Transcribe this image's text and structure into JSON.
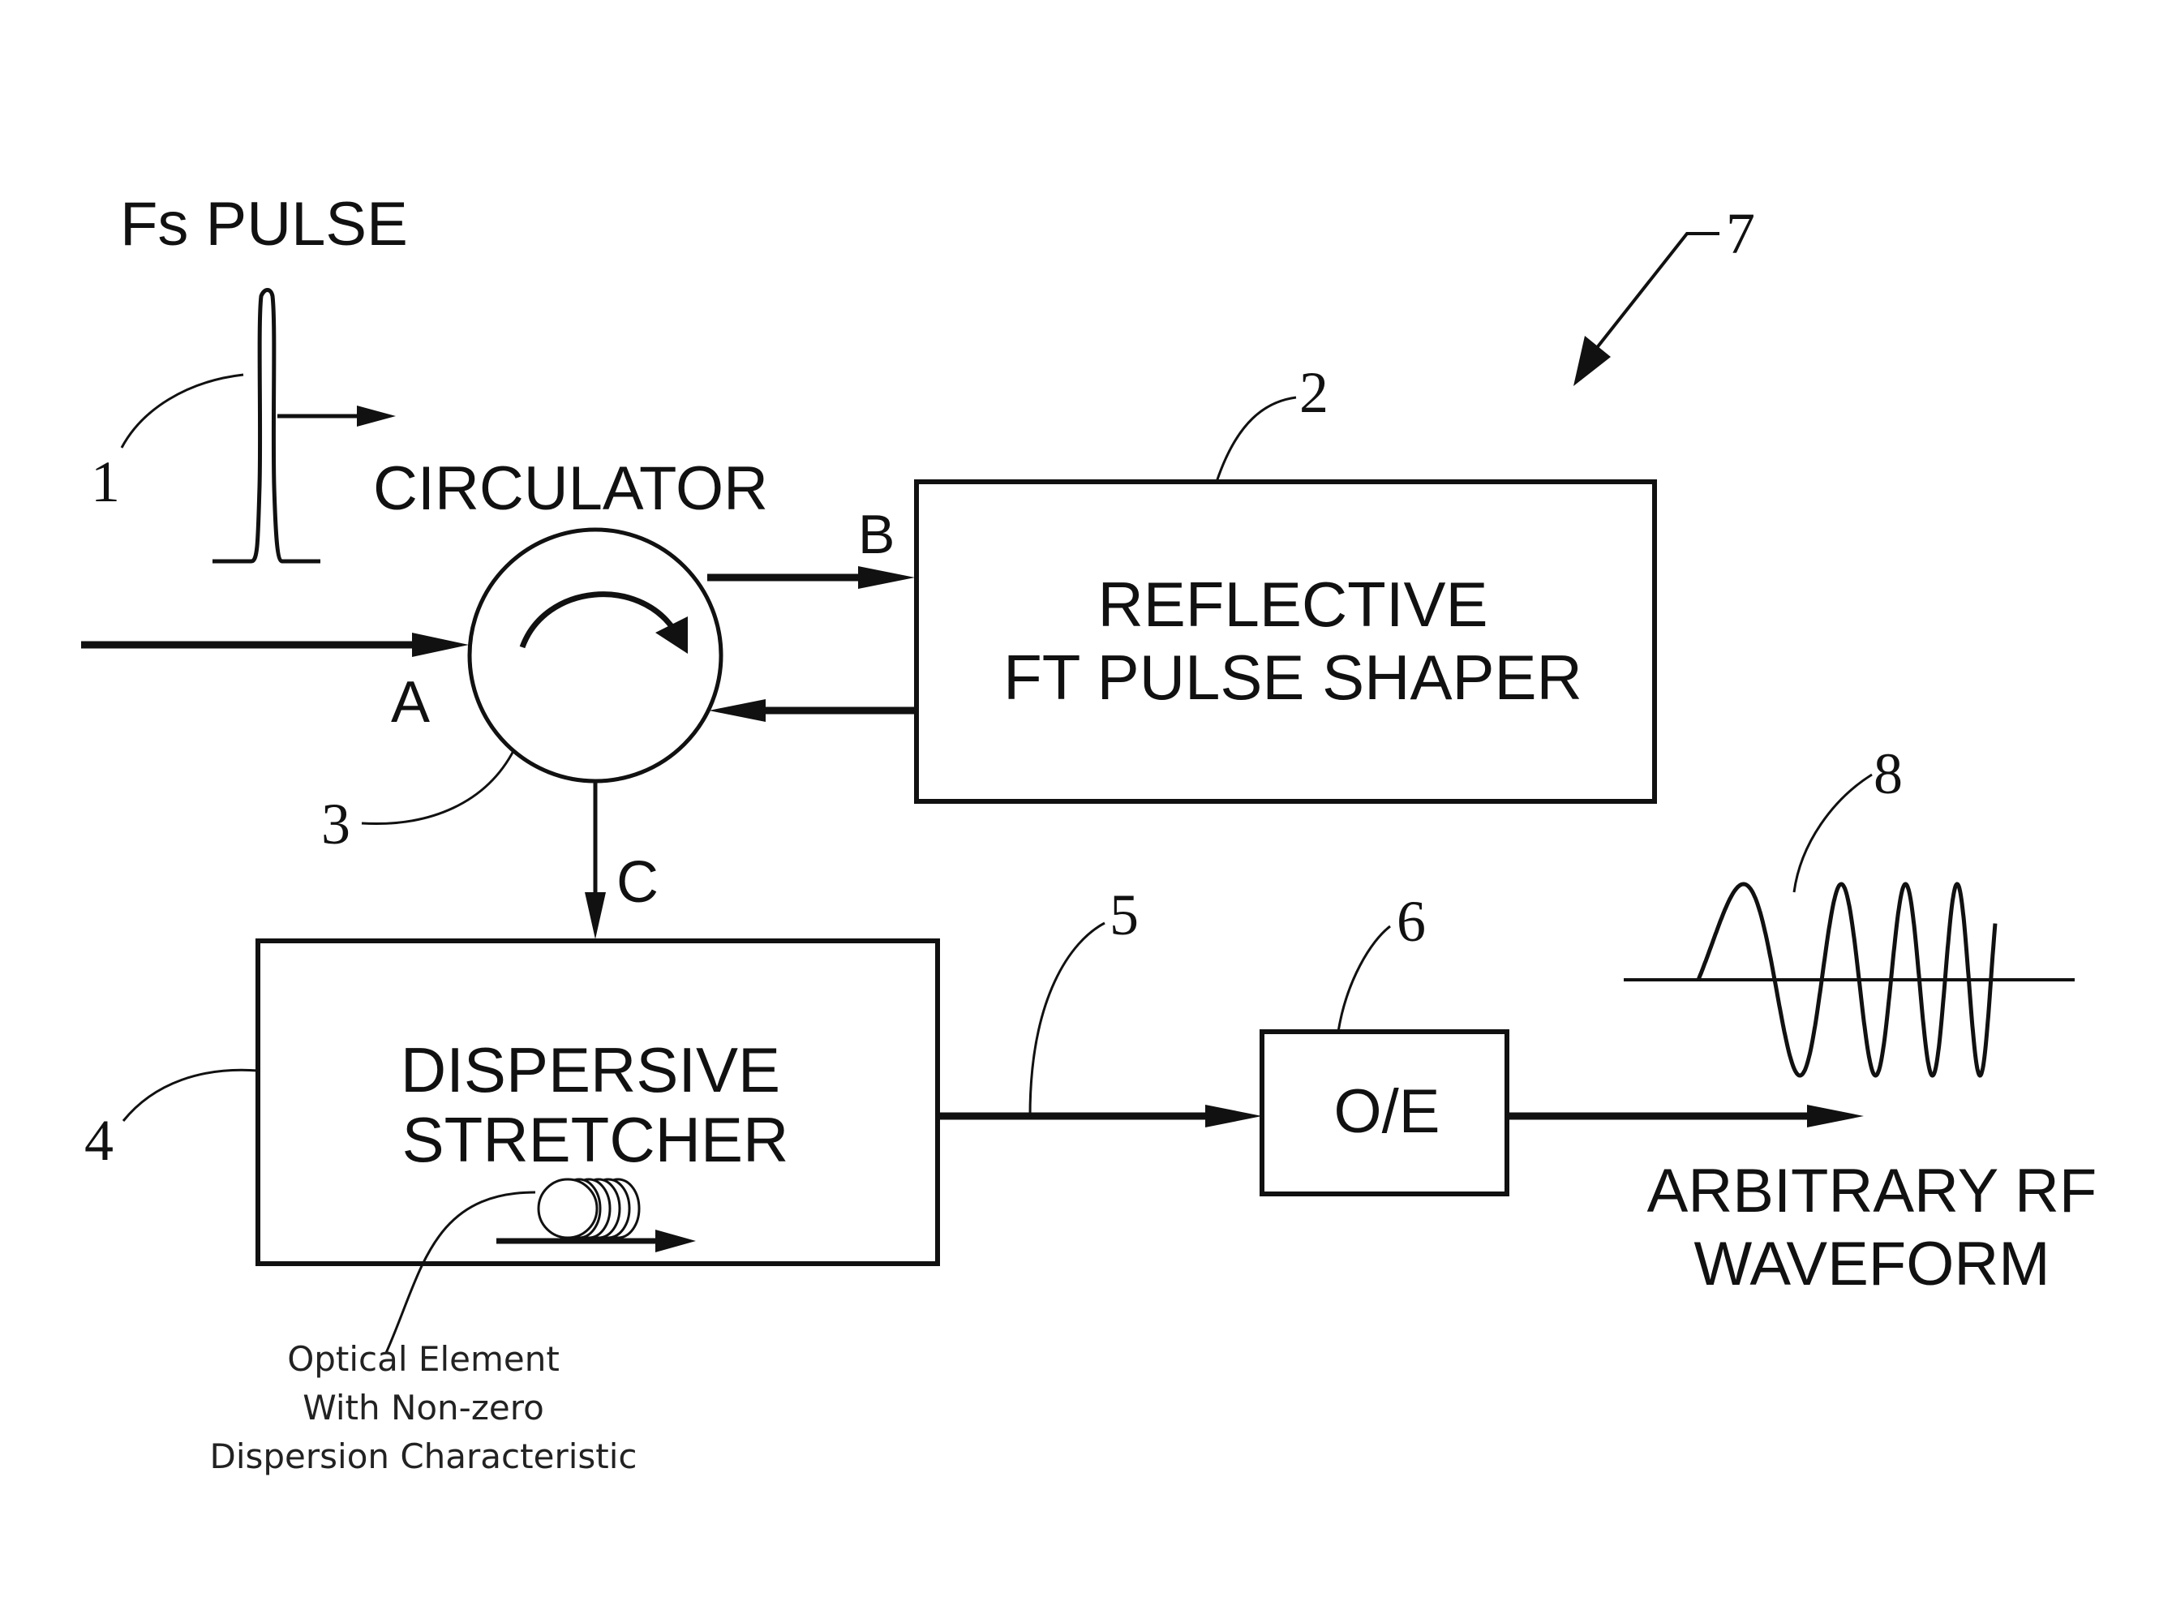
{
  "labels": {
    "fs_pulse": "Fs PULSE",
    "circulator": "CIRCULATOR",
    "port_a": "A",
    "port_b": "B",
    "port_c": "C",
    "shaper_line1": "REFLECTIVE",
    "shaper_line2": "FT PULSE SHAPER",
    "stretcher_line1": "DISPERSIVE",
    "stretcher_line2": "STRETCHER",
    "oe": "O/E",
    "output_line1": "ARBITRARY RF",
    "output_line2": "WAVEFORM",
    "note_line1": "Optical Element",
    "note_line2": "With Non-zero",
    "note_line3": "Dispersion Characteristic"
  },
  "refs": {
    "r1": "1",
    "r2": "2",
    "r3": "3",
    "r4": "4",
    "r5": "5",
    "r6": "6",
    "r7": "7",
    "r8": "8"
  }
}
